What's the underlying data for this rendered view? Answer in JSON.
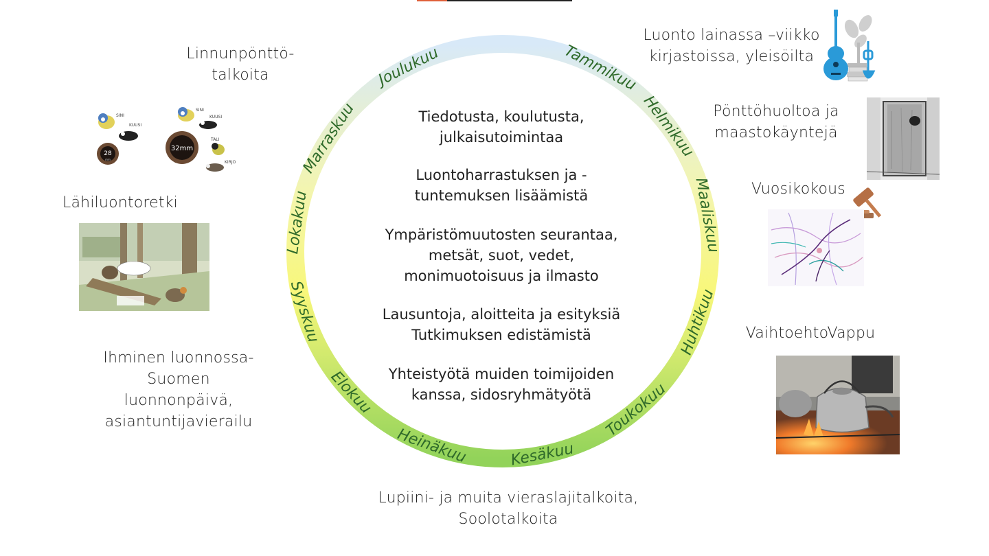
{
  "center_items": [
    {
      "lines": [
        "Tiedotusta, koulutusta,",
        "julkaisutoimintaa"
      ]
    },
    {
      "lines": [
        "Luontoharrastuksen ja -",
        "tuntemuksen lisäämistä"
      ]
    },
    {
      "lines": [
        "Ympäristömuutosten seurantaa,",
        "metsät, suot, vedet,",
        "monimuotoisuus ja ilmasto"
      ]
    },
    {
      "lines": [
        "Lausuntoja, aloitteita ja esityksiä",
        "Tutkimuksen edistämistä"
      ]
    },
    {
      "lines": [
        "Yhteistyötä muiden toimijoiden",
        "kanssa, sidosryhmätyötä"
      ]
    }
  ],
  "months": [
    {
      "name": "Tammikuu",
      "angle": 28
    },
    {
      "name": "Helmikuu",
      "angle": 53
    },
    {
      "name": "Maaliskuu",
      "angle": 80
    },
    {
      "name": "Huhtikuu",
      "angle": 110
    },
    {
      "name": "Toukokuu",
      "angle": 140
    },
    {
      "name": "Kesäkuu",
      "angle": 169
    },
    {
      "name": "Heinäkuu",
      "angle": 200
    },
    {
      "name": "Elokuu",
      "angle": 227
    },
    {
      "name": "Syyskuu",
      "angle": 253
    },
    {
      "name": "Lokakuu",
      "angle": 278
    },
    {
      "name": "Marraskuu",
      "angle": 303
    },
    {
      "name": "Joulukuu",
      "angle": 333
    }
  ],
  "events": {
    "linnunpontto": [
      "Linnunpönttö-",
      "talkoita"
    ],
    "lahiluonto": [
      "Lähiluontoretki"
    ],
    "ihminen": [
      "Ihminen luonnossa-",
      "Suomen",
      "luonnonpäivä,",
      "asiantuntijavierailu"
    ],
    "lupiini": [
      "Lupiini- ja muita vieraslajitalkoita,",
      "Soolotalkoita"
    ],
    "luonto_lainassa": [
      "Luonto lainassa –viikko",
      "kirjastoissa, yleisöilta"
    ],
    "ponttohuolto": [
      "Pönttöhuoltoa ja",
      "maastokäyntejä"
    ],
    "vuosikokous": [
      "Vuosikokous"
    ],
    "vaihtoehtovappu": [
      "VaihtoehtoVappu"
    ]
  },
  "bird_labels": {
    "sini": "SINI",
    "kuusi": "KUUSI",
    "tali": "TALI",
    "kirjo": "KIRJO",
    "hole28": "28",
    "hole32": "32mm",
    "mm": "mm"
  },
  "colors": {
    "ring_top": "#d6e8f7",
    "ring_mid": "#f6f79a",
    "ring_bottom": "#9bd66a",
    "month_text": "#2f6a2a",
    "accent_red": "#e0603a",
    "guitar_blue": "#2a9ad8"
  }
}
